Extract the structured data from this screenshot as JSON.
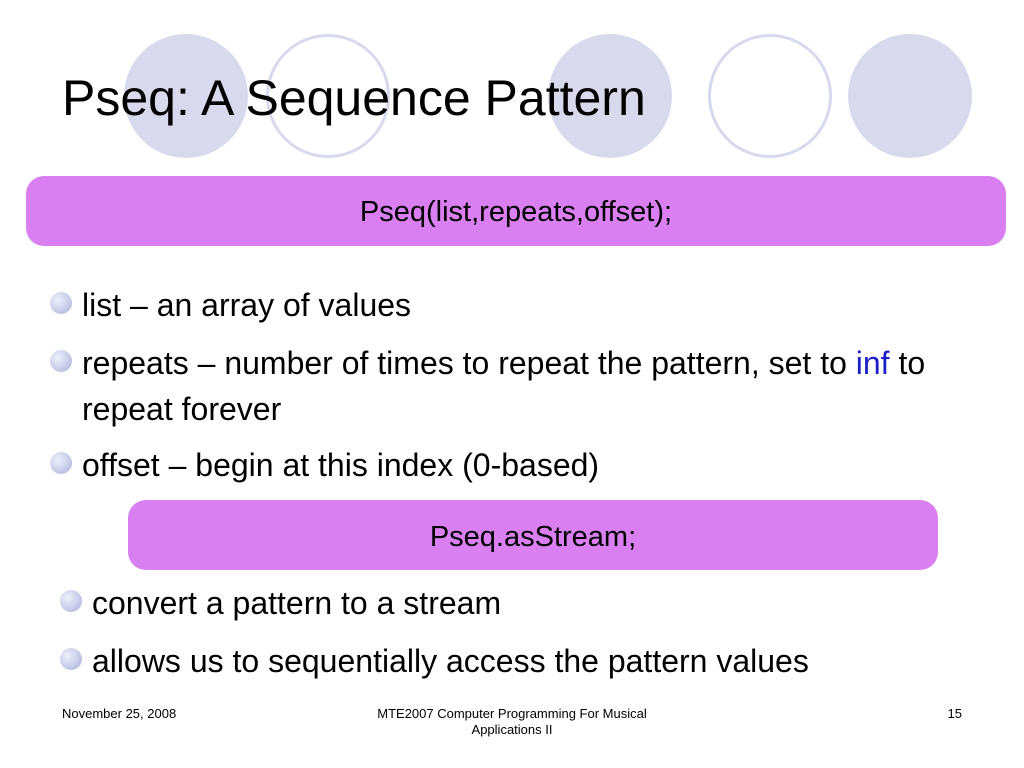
{
  "slide": {
    "title": "Pseq: A Sequence Pattern",
    "code_box_1": "Pseq(list,repeats,offset);",
    "bullets_1": [
      {
        "text": "list – an array of values"
      },
      {
        "text_before": "repeats – number of times to repeat the pattern, set to ",
        "highlight": "inf",
        "text_after": " to repeat forever"
      },
      {
        "text": "offset – begin at this index (0-based)"
      }
    ],
    "code_box_2": "Pseq.asStream;",
    "bullets_2": [
      {
        "text": "convert a pattern to a stream"
      },
      {
        "text": "allows us to sequentially access the pattern values"
      }
    ],
    "footer": {
      "date": "November 25, 2008",
      "course_line_1": "MTE2007 Computer Programming For Musical",
      "course_line_2": "Applications II",
      "page_number": "15"
    }
  },
  "colors": {
    "code_box_fill": "#d97ff2",
    "circle_fill": "#d9d9ee",
    "highlight_text": "#1f1fc7",
    "bullet": "#c9cdea"
  }
}
